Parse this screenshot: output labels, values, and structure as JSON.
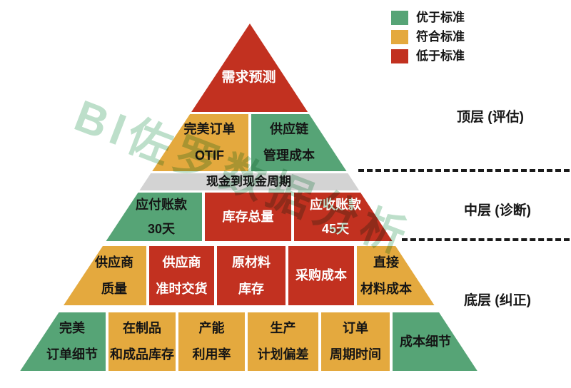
{
  "watermark": {
    "text": "BI佐罗数据分析"
  },
  "colors": {
    "above_standard": "#56A476",
    "meet_standard": "#E4A93E",
    "below_standard": "#C23120",
    "divider_bar": "#D3D3D3"
  },
  "legend": {
    "items": [
      {
        "label": "优于标准",
        "status": "above"
      },
      {
        "label": "符合标准",
        "status": "meet"
      },
      {
        "label": "低于标准",
        "status": "below"
      }
    ]
  },
  "tiers": [
    {
      "label": "顶层 (评估)"
    },
    {
      "label": "中层 (诊断)"
    },
    {
      "label": "底层 (纠正)"
    }
  ],
  "pyramid": {
    "rows": [
      {
        "blocks": [
          {
            "lines": [
              "需求预测"
            ],
            "status": "below"
          }
        ]
      },
      {
        "blocks": [
          {
            "lines": [
              "完美订单",
              "OTIF"
            ],
            "status": "meet"
          },
          {
            "lines": [
              "供应链",
              "管理成本"
            ],
            "status": "above"
          }
        ]
      },
      {
        "blocks": [
          {
            "lines": [
              "现金到现金周期"
            ],
            "status": "divider"
          }
        ]
      },
      {
        "blocks": [
          {
            "lines": [
              "应付账款",
              "30天"
            ],
            "status": "above"
          },
          {
            "lines": [
              "库存总量"
            ],
            "status": "below"
          },
          {
            "lines": [
              "应收账款",
              "45天"
            ],
            "status": "below"
          }
        ]
      },
      {
        "blocks": [
          {
            "lines": [
              "供应商",
              "质量"
            ],
            "status": "meet"
          },
          {
            "lines": [
              "供应商",
              "准时交货"
            ],
            "status": "below"
          },
          {
            "lines": [
              "原材料",
              "库存"
            ],
            "status": "below"
          },
          {
            "lines": [
              "采购成本"
            ],
            "status": "below"
          },
          {
            "lines": [
              "直接",
              "材料成本"
            ],
            "status": "meet"
          }
        ]
      },
      {
        "blocks": [
          {
            "lines": [
              "完美",
              "订单细节"
            ],
            "status": "above"
          },
          {
            "lines": [
              "在制品",
              "和成品库存"
            ],
            "status": "meet"
          },
          {
            "lines": [
              "产能",
              "利用率"
            ],
            "status": "meet"
          },
          {
            "lines": [
              "生产",
              "计划偏差"
            ],
            "status": "meet"
          },
          {
            "lines": [
              "订单",
              "周期时间"
            ],
            "status": "meet"
          },
          {
            "lines": [
              "成本细节"
            ],
            "status": "above"
          }
        ]
      }
    ]
  }
}
